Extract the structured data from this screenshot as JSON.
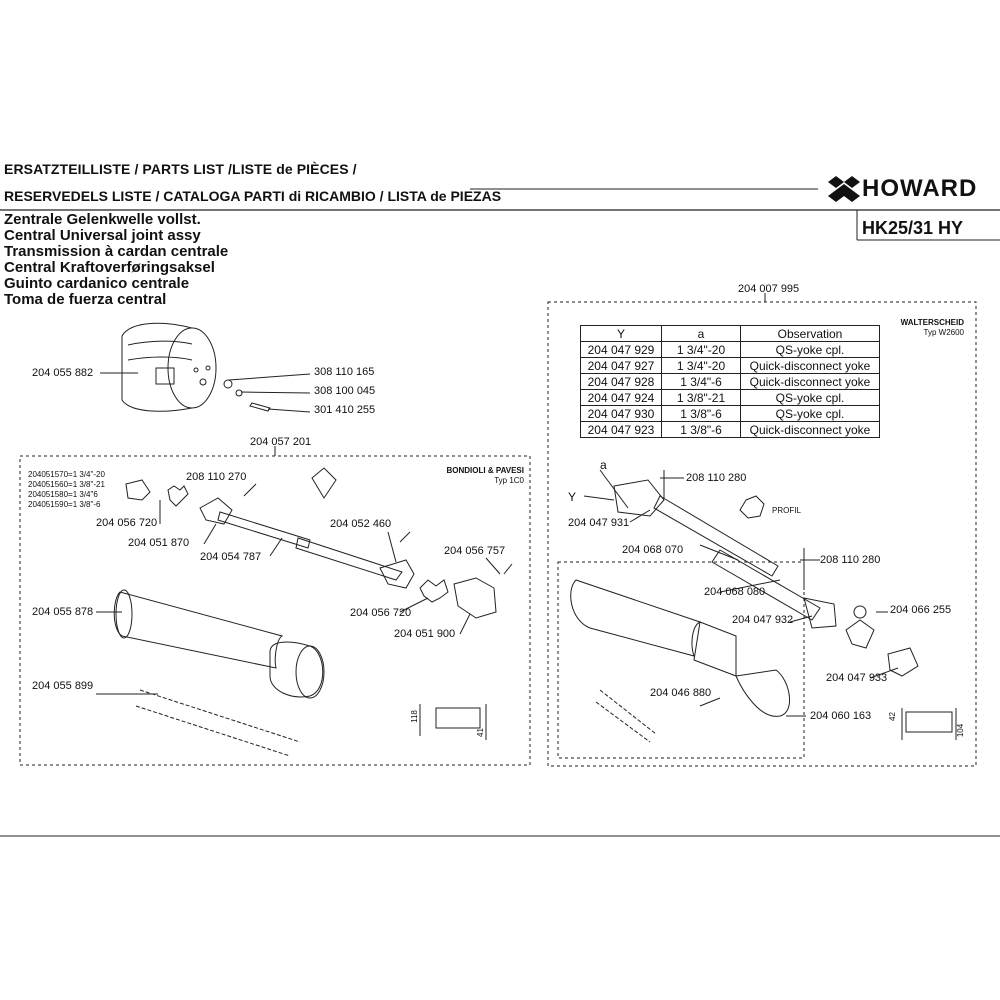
{
  "header": {
    "line1": "ERSATZTEILLISTE / PARTS LIST /LISTE de PIÈCES /",
    "line2": "RESERVEDELS LISTE / CATALOGA PARTI di RICAMBIO / LISTA de PIEZAS",
    "brand": "HOWARD",
    "model": "HK25/31 HY"
  },
  "titles": [
    "Zentrale Gelenkwelle vollst.",
    "Central Universal joint assy",
    "Transmission à cardan centrale",
    "Central Kraftoverføringsaksel",
    "Guinto cardanico centrale",
    "Toma de fuerza central"
  ],
  "top_parts": {
    "cover": "204 055 882",
    "p1": "308 110 165",
    "p2": "308 100 045",
    "p3": "301 410 255"
  },
  "left_group": {
    "assembly": "204 057 201",
    "brand": "BONDIOLI & PAVESI",
    "type": "Typ 1C0",
    "variants": [
      "204051570=1 3/4\"-20",
      "204051560=1 3/8\"-21",
      "204051580=1 3/4\"6",
      "204051590=1 3/8\"-6"
    ],
    "parts": {
      "pin": "208 110 270",
      "yoke_a": "204 056 720",
      "yoke_b": "204 051 870",
      "tube_outer": "204 054 787",
      "tube_inner": "204 052 460",
      "bolt": "204 056 757",
      "yoke_c": "204 056 720",
      "yoke_d": "204 051 900",
      "guard": "204 055 878",
      "chain": "204 055 899"
    },
    "dims": {
      "h": "118",
      "w": "41"
    }
  },
  "right_group": {
    "assembly": "204 007 995",
    "brand": "WALTERSCHEID",
    "type": "Typ W2600",
    "table": {
      "headers": [
        "Y",
        "a",
        "Observation"
      ],
      "rows": [
        [
          "204 047 929",
          "1 3/4\"-20",
          "QS-yoke cpl."
        ],
        [
          "204 047 927",
          "1 3/4\"-20",
          "Quick-disconnect yoke"
        ],
        [
          "204 047 928",
          "1 3/4\"-6",
          "Quick-disconnect yoke"
        ],
        [
          "204 047 924",
          "1 3/8\"-21",
          "QS-yoke cpl."
        ],
        [
          "204 047 930",
          "1 3/8\"-6",
          "QS-yoke cpl."
        ],
        [
          "204 047 923",
          "1 3/8\"-6",
          "Quick-disconnect yoke"
        ]
      ]
    },
    "axis_a": "a",
    "axis_y": "Y",
    "profil": "PROFIL",
    "parts": {
      "pin_top": "208 110 280",
      "yoke": "204 047 931",
      "tube": "204 068 070",
      "tube_inner": "204 068 080",
      "pin_bottom": "208 110 280",
      "cross": "204 066 255",
      "yoke_end": "204 047 932",
      "yoke_end2": "204 047 933",
      "chain": "204 046 880",
      "guard": "204 060 163"
    },
    "dims": {
      "h": "104",
      "w": "42"
    }
  }
}
